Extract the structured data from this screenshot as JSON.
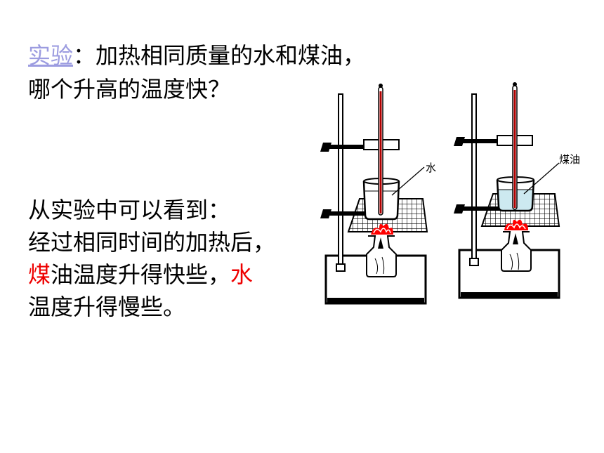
{
  "question": {
    "link": "实验",
    "rest": "：加热相同质量的水和煤油，",
    "line2": "哪个升高的温度快？"
  },
  "observation": {
    "line1": "从实验中可以看到：",
    "line2": "经过相同时间的加热后，",
    "line3_red1": "煤",
    "line3_mid": "油温度升得快些，",
    "line3_red2": "水",
    "line4": "温度升得慢些。"
  },
  "figure": {
    "left_label": "水",
    "right_label": "煤油"
  },
  "colors": {
    "link": "#9c9ce0",
    "highlight": "#ee0000",
    "thermometer": "#b00000",
    "kerosene": "#cde9f0"
  }
}
